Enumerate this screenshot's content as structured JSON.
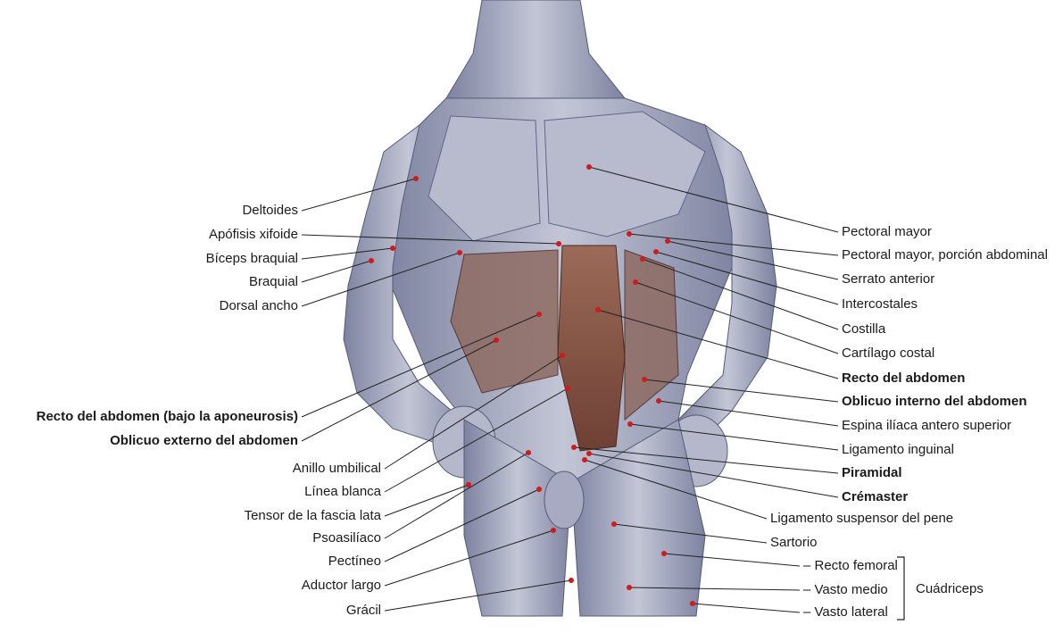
{
  "labels_left": [
    {
      "id": "deltoides",
      "text": "Deltoides",
      "bold": false
    },
    {
      "id": "apofisis",
      "text": "Apófisis xifoide",
      "bold": false
    },
    {
      "id": "biceps",
      "text": "Bíceps braquial",
      "bold": false
    },
    {
      "id": "braquial",
      "text": "Braquial",
      "bold": false
    },
    {
      "id": "dorsal",
      "text": "Dorsal ancho",
      "bold": false
    },
    {
      "id": "recto-bajo",
      "text": "Recto del abdomen (bajo la aponeurosis)",
      "bold": true
    },
    {
      "id": "oblicuo-ext",
      "text": "Oblicuo externo del abdomen",
      "bold": true
    },
    {
      "id": "anillo",
      "text": "Anillo umbilical",
      "bold": false
    },
    {
      "id": "linea",
      "text": "Línea blanca",
      "bold": false
    },
    {
      "id": "tensor",
      "text": "Tensor de la fascia lata",
      "bold": false
    },
    {
      "id": "psoas",
      "text": "Psoasilíaco",
      "bold": false
    },
    {
      "id": "pectineo",
      "text": "Pectíneo",
      "bold": false
    },
    {
      "id": "aductor",
      "text": "Aductor largo",
      "bold": false
    },
    {
      "id": "gracil",
      "text": "Grácil",
      "bold": false
    }
  ],
  "labels_right": [
    {
      "id": "pectoral",
      "text": "Pectoral mayor",
      "bold": false
    },
    {
      "id": "pectoral-abd",
      "text": "Pectoral mayor, porción abdominal",
      "bold": false
    },
    {
      "id": "serrato",
      "text": "Serrato anterior",
      "bold": false
    },
    {
      "id": "intercostales",
      "text": "Intercostales",
      "bold": false
    },
    {
      "id": "costilla",
      "text": "Costilla",
      "bold": false
    },
    {
      "id": "cartilago",
      "text": "Cartílago costal",
      "bold": false
    },
    {
      "id": "recto",
      "text": "Recto del abdomen",
      "bold": true
    },
    {
      "id": "oblicuo-int",
      "text": "Oblicuo interno del abdomen",
      "bold": true
    },
    {
      "id": "espina",
      "text": "Espina ilíaca antero superior",
      "bold": false
    },
    {
      "id": "ligamento-ing",
      "text": "Ligamento inguinal",
      "bold": false
    },
    {
      "id": "piramidal",
      "text": "Piramidal",
      "bold": true
    },
    {
      "id": "cremaster",
      "text": "Crémaster",
      "bold": true
    },
    {
      "id": "ligamento-pene",
      "text": "Ligamento suspensor del pene",
      "bold": false
    },
    {
      "id": "sartorio",
      "text": "Sartorio",
      "bold": false
    },
    {
      "id": "recto-femoral",
      "text": "– Recto femoral",
      "bold": false
    },
    {
      "id": "vasto-medio",
      "text": "– Vasto medio",
      "bold": false
    },
    {
      "id": "vasto-lateral",
      "text": "– Vasto lateral",
      "bold": false
    }
  ],
  "group_label": "Cuádriceps",
  "colors": {
    "muscle": "#a9adc2",
    "muscle_dark": "#6e7390",
    "abdomen": "#8a5a4a",
    "dot": "#d11a1a",
    "line": "#222222"
  }
}
